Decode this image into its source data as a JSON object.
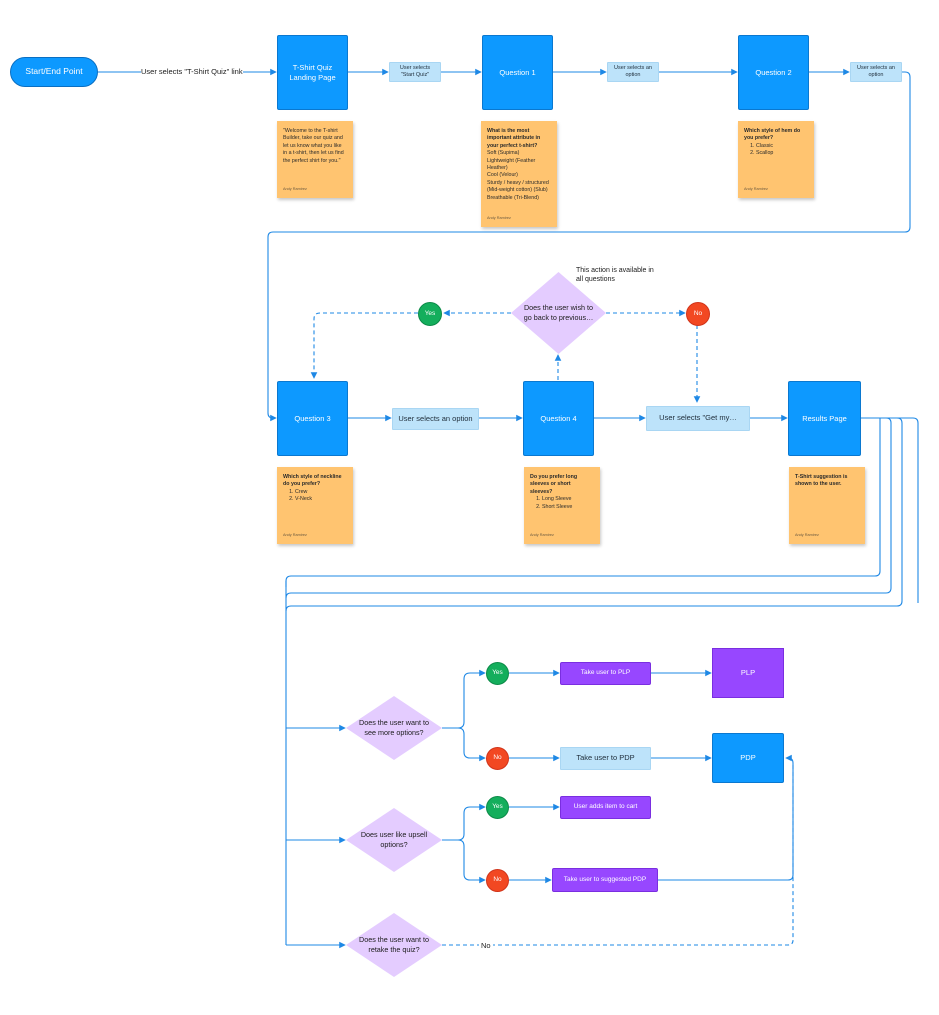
{
  "start_end": "Start/End Point",
  "edge_labels": {
    "tshirt_quiz_link": "User selects \"T-Shirt Quiz\" link",
    "no_retake": "No"
  },
  "note_all_questions": "This action is available in all questions",
  "boxes": {
    "landing": "T-Shirt Quiz Landing Page",
    "q1": "Question 1",
    "q2": "Question 2",
    "q3": "Question 3",
    "q4": "Question 4",
    "results": "Results Page",
    "plp": "PLP",
    "pdp": "PDP"
  },
  "actions": {
    "start_quiz": "User selects \"Start Quiz\"",
    "option_1": "User selects an option",
    "option_2": "User selects an option",
    "option_3": "User selects an option",
    "get_my": "User selects \"Get my…",
    "take_plp": "Take user to PLP",
    "take_pdp": "Take user to PDP",
    "add_cart": "User adds item to cart",
    "suggested_pdp": "Take user to suggested PDP"
  },
  "decisions": {
    "go_back": "Does the user wish to go back to previous…",
    "more_options": "Does the user want to see more options?",
    "upsell": "Does user like upsell options?",
    "retake": "Does the user want to retake the quiz?"
  },
  "circles": {
    "yes": "Yes",
    "no": "No"
  },
  "stickies": {
    "welcome": {
      "body": "\"Welcome to the T-shirt Builder, take our quiz and let us know what you like in a t-shirt, then let us find the perfect shirt for you.\"",
      "author": "Andy Ramirez"
    },
    "q1": {
      "title": "What is the most important attribute in your perfect t-shirt?",
      "lines": [
        "Soft (Supima)",
        "Lightweight (Feather Heather)",
        "Cool (Velour)",
        "Sturdy / heavy / structured (Mid-weight cotton) (Slub)",
        "Breathable (Tri-Blend)"
      ],
      "author": "Andy Ramirez"
    },
    "q2": {
      "title": "Which style of hem do you prefer?",
      "items": [
        "Classic",
        "Scallop"
      ],
      "author": "Andy Ramirez"
    },
    "q3": {
      "title": "Which style of neckline do you prefer?",
      "items": [
        "Crew",
        "V-Neck"
      ],
      "author": "Andy Ramirez"
    },
    "q4": {
      "title": "Do you prefer long sleeves or short sleeves?",
      "items": [
        "Long Sleeve",
        "Short Sleeve"
      ],
      "author": "Andy Ramirez"
    },
    "results": {
      "title": "T-Shirt suggestion is shown to the user.",
      "author": "Andy Ramirez"
    }
  },
  "colors": {
    "blue": "#0d99ff",
    "light_blue": "#bde3fa",
    "purple": "#9747ff",
    "lavender": "#e4ccff",
    "yes_green": "#14ae5c",
    "no_red": "#f24822",
    "sticky": "#ffc470",
    "connector": "#1e88e5"
  }
}
